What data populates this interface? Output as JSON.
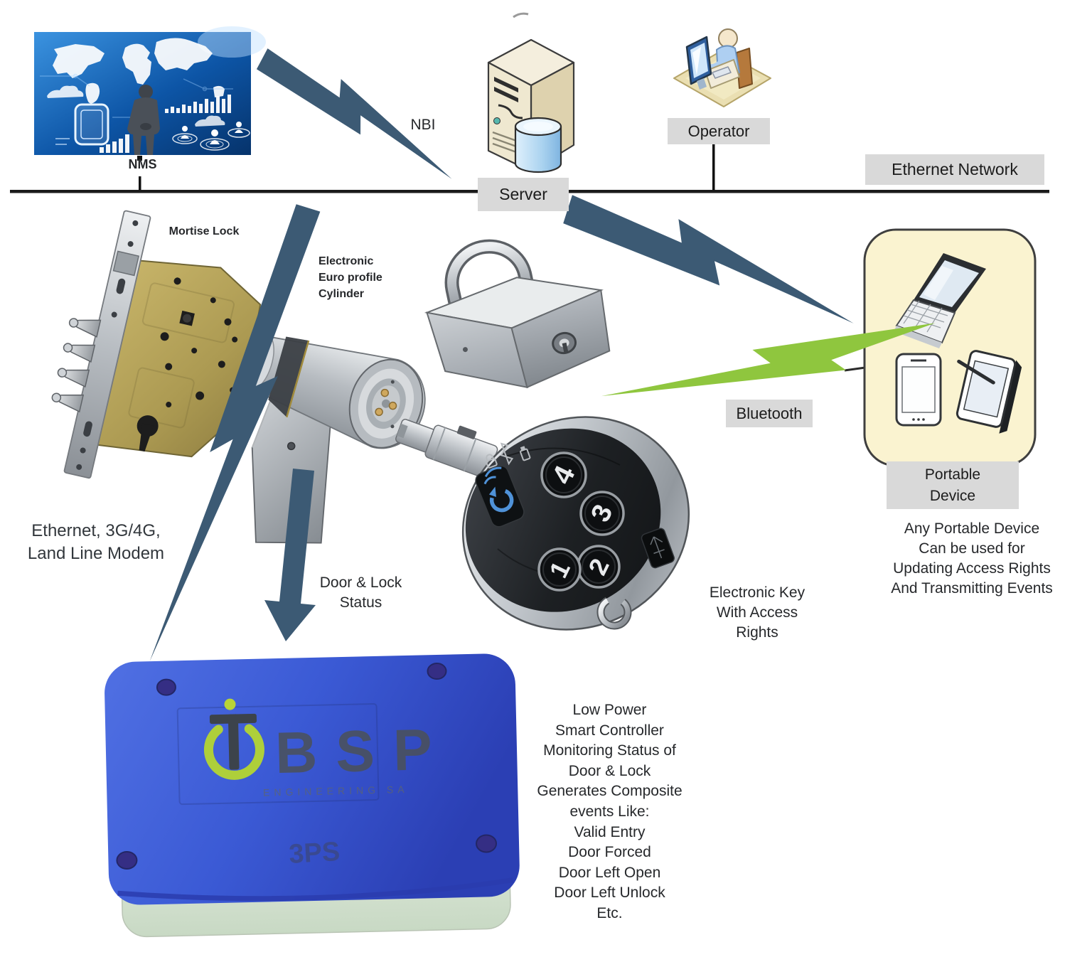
{
  "nodes": {
    "nms": {
      "label": "NMS"
    },
    "nbi": {
      "label": "NBI"
    },
    "server": {
      "label": "Server"
    },
    "operator": {
      "label": "Operator"
    },
    "ethernet": {
      "label": "Ethernet Network"
    },
    "mortise": {
      "label": "Mortise Lock"
    },
    "cylinder": {
      "lines": [
        "Electronic",
        "Euro profile",
        "Cylinder"
      ]
    },
    "bluetooth": {
      "label": "Bluetooth"
    },
    "portable": {
      "lines": [
        "Portable",
        "Device"
      ]
    }
  },
  "notes": {
    "modem": [
      "Ethernet, 3G/4G,",
      "Land Line Modem"
    ],
    "door_status": [
      "Door & Lock",
      "Status"
    ],
    "key": [
      "Electronic Key",
      "With Access",
      "Rights"
    ],
    "portable": [
      "Any Portable Device",
      "Can be used for",
      "Updating Access Rights",
      "And Transmitting Events"
    ],
    "controller": [
      "Low Power",
      "Smart Controller",
      "Monitoring Status of",
      "Door & Lock",
      "Generates Composite",
      "events Like:",
      "Valid Entry",
      "Door Forced",
      "Door Left Open",
      "Door Left Unlock",
      "Etc."
    ]
  },
  "controller_box": {
    "brand": "BSP",
    "brand_sub": "ENGINEERING SA",
    "model": "3PS"
  },
  "key_fob": {
    "buttons": [
      "1",
      "2",
      "3",
      "4"
    ]
  },
  "colors": {
    "bolt": "#3C5A74",
    "bluetooth_bolt": "#8FC63E",
    "label_bg": "#D9D9D9",
    "portable_box_fill": "#FAF3D0",
    "controller_lid": "#3B5BD6"
  },
  "icons": [
    "nms-dashboard-icon",
    "server-tower-icon",
    "database-cylinder-icon",
    "operator-at-desk-icon",
    "mortise-lock-icon",
    "padlock-icon",
    "euro-cylinder-icon",
    "electronic-key-icon",
    "laptop-icon",
    "smartphone-icon",
    "tablet-with-pen-icon",
    "lightning-bolt-icon",
    "down-arrow-icon",
    "power-logo-icon"
  ]
}
